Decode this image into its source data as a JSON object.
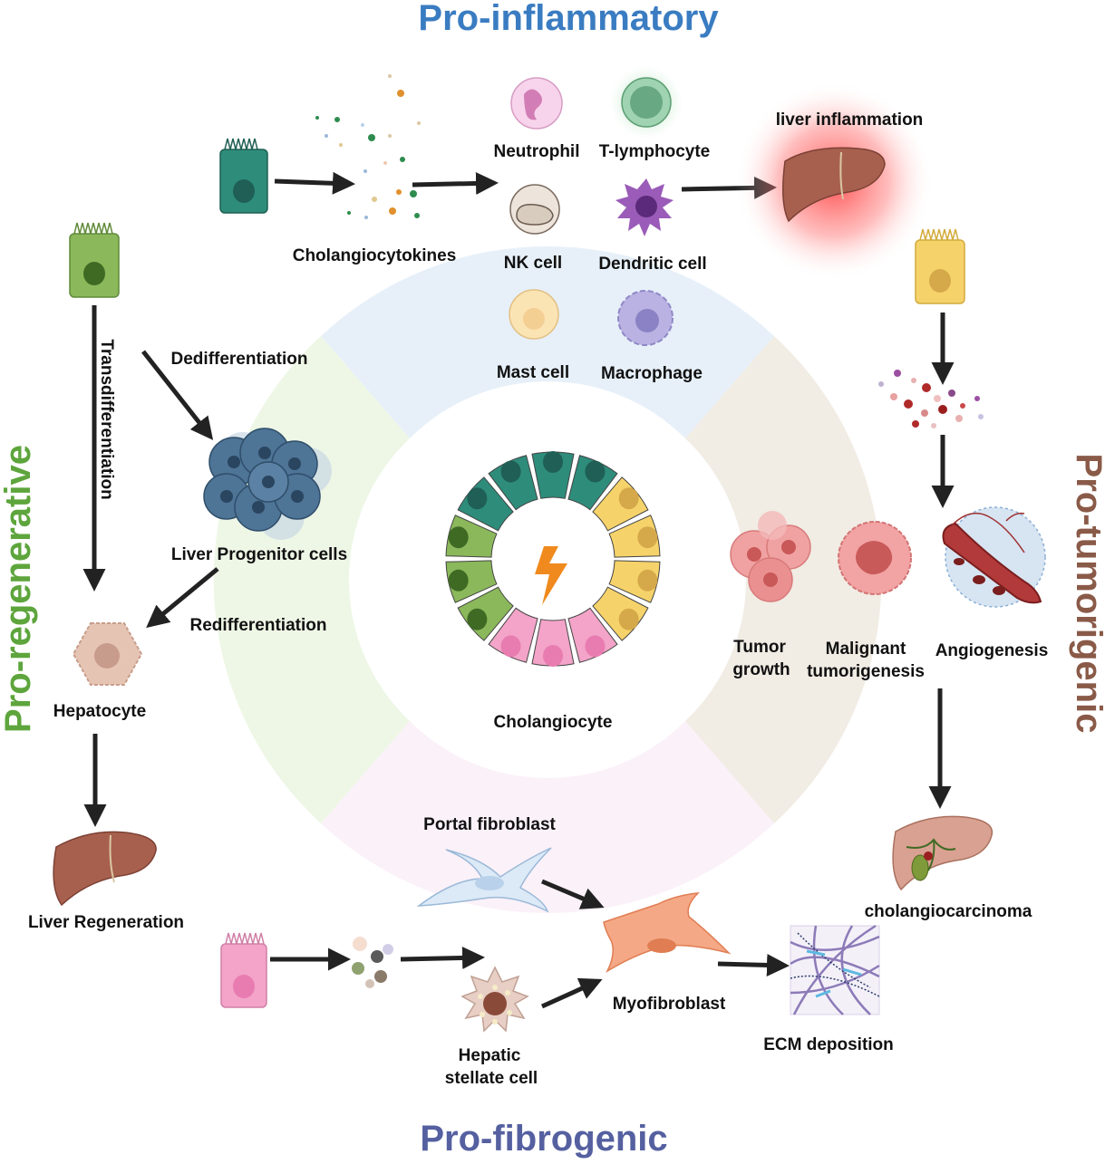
{
  "quadrants": {
    "top": "Pro-inflammatory",
    "left": "Pro-regenerative",
    "right": "Pro-tumorigenic",
    "bottom": "Pro-fibrogenic"
  },
  "center_label": "Cholangiocyte",
  "inflammatory": {
    "cholangiocytokines": "Cholangiocytokines",
    "neutrophil": "Neutrophil",
    "t_lymphocyte": "T-lymphocyte",
    "nk_cell": "NK cell",
    "dendritic_cell": "Dendritic cell",
    "mast_cell": "Mast cell",
    "macrophage": "Macrophage",
    "liver_inflammation": "liver inflammation"
  },
  "regenerative": {
    "transdifferentiation": "Transdifferentiation",
    "dedifferentiation": "Dedifferentiation",
    "liver_progenitor_cells": "Liver Progenitor cells",
    "redifferentiation": "Redifferentiation",
    "hepatocyte": "Hepatocyte",
    "liver_regeneration": "Liver Regeneration"
  },
  "tumorigenic": {
    "tumor_growth_1": "Tumor",
    "tumor_growth_2": "growth",
    "malignant_1": "Malignant",
    "malignant_2": "tumorigenesis",
    "angiogenesis": "Angiogenesis",
    "cholangiocarcinoma": "cholangiocarcinoma"
  },
  "fibrogenic": {
    "portal_fibroblast": "Portal fibroblast",
    "myofibroblast": "Myofibroblast",
    "hepatic_stellate_1": "Hepatic",
    "hepatic_stellate_2": "stellate cell",
    "ecm_deposition": "ECM deposition"
  },
  "colors": {
    "inflammatory": "#3a7cc1",
    "regenerative": "#5da53c",
    "tumorigenic": "#8a5a48",
    "fibrogenic": "#5560a0"
  }
}
